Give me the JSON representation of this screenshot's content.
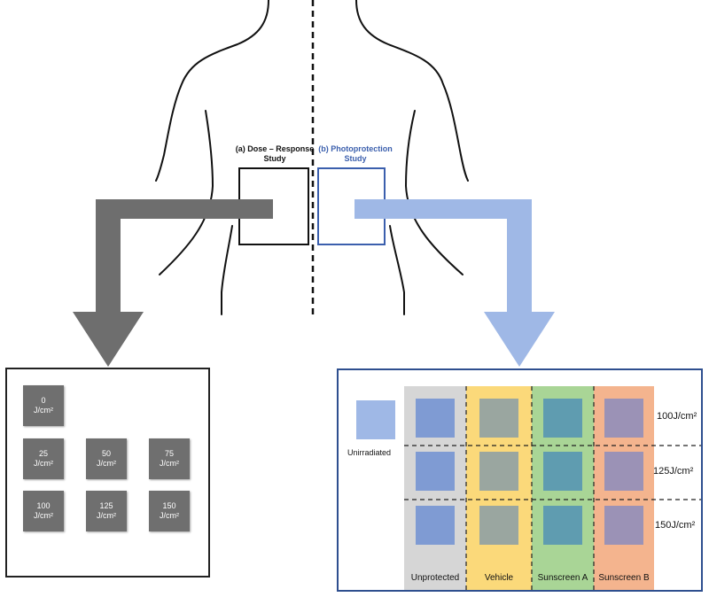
{
  "labels": {
    "dose_response": "(a) Dose – Response Study",
    "photoprotection": "(b) Photoprotection Study"
  },
  "dose_squares": [
    {
      "value": "0",
      "unit": "J/cm²"
    },
    {
      "value": "25",
      "unit": "J/cm²"
    },
    {
      "value": "50",
      "unit": "J/cm²"
    },
    {
      "value": "75",
      "unit": "J/cm²"
    },
    {
      "value": "100",
      "unit": "J/cm²"
    },
    {
      "value": "125",
      "unit": "J/cm²"
    },
    {
      "value": "150",
      "unit": "J/cm²"
    }
  ],
  "photoprotection": {
    "unirradiated_label": "Unirradiated",
    "columns": [
      {
        "label": "Unprotected",
        "bg": "#d6d6d6",
        "cell": "#7f9bd3"
      },
      {
        "label": "Vehicle",
        "bg": "#fbd97a",
        "cell": "#9aa6a0"
      },
      {
        "label": "Sunscreen A",
        "bg": "#a9d596",
        "cell": "#5f9cb0"
      },
      {
        "label": "Sunscreen B",
        "bg": "#f4b48e",
        "cell": "#9b92b6"
      }
    ],
    "rows": [
      "100J/cm²",
      "125J/cm²",
      "150J/cm²"
    ]
  },
  "colors": {
    "dose_arrow": "#6e6e6e",
    "photo_arrow": "#9fb8e6",
    "photo_border": "#2e4f8f",
    "photo_text": "#3b5fad"
  }
}
